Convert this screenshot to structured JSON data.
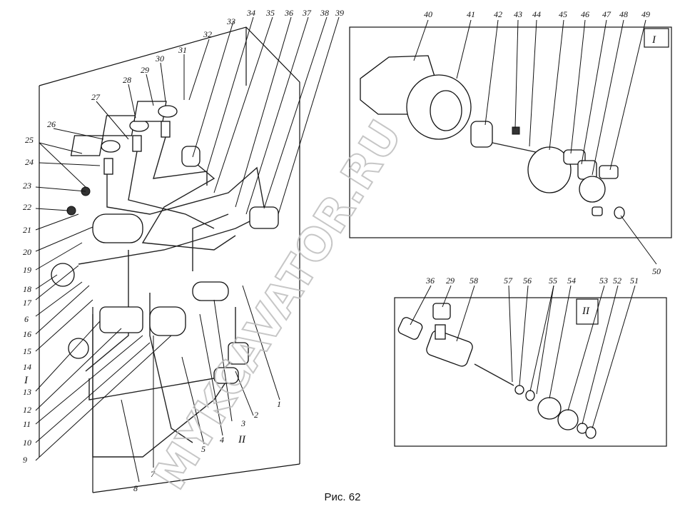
{
  "figure": {
    "caption": "Рис. 62",
    "watermark_text": "MYKCAVATOR.RU",
    "views": {
      "main": {
        "labels_left": [
          "25",
          "24",
          "23",
          "22",
          "21",
          "20",
          "19",
          "18",
          "17",
          "6",
          "16",
          "15",
          "14",
          "I",
          "13",
          "12",
          "11",
          "10",
          "9"
        ],
        "labels_top": [
          "26",
          "27",
          "28",
          "29",
          "30",
          "31",
          "32",
          "33",
          "34",
          "35",
          "36",
          "37",
          "38",
          "39"
        ],
        "labels_bottom": [
          "8",
          "7",
          "II",
          "4",
          "3",
          "2",
          "1",
          "5"
        ]
      },
      "inset_I": {
        "roman": "I",
        "labels": [
          "40",
          "41",
          "42",
          "43",
          "44",
          "45",
          "46",
          "47",
          "48",
          "49",
          "50"
        ]
      },
      "inset_II": {
        "roman": "II",
        "labels": [
          "36",
          "29",
          "58",
          "57",
          "56",
          "55",
          "54",
          "53",
          "52",
          "51"
        ]
      }
    }
  }
}
